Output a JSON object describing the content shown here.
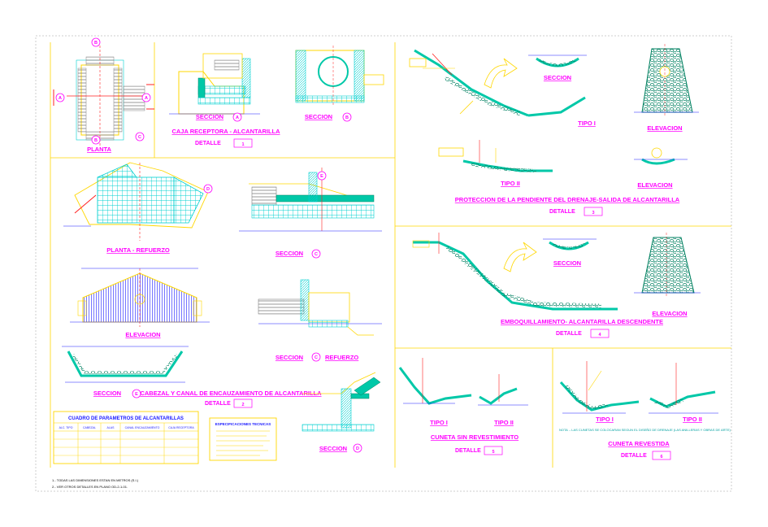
{
  "colors": {
    "background": "#ffffff",
    "border": "#c0c0c0",
    "title": "#ff00ff",
    "frame": "#ffd700",
    "section_fill": "#00c8a8",
    "hatch": "#00d0d0",
    "dim": "#1a1aff",
    "rock": "#008060",
    "red": "#ff2020"
  },
  "titles": {
    "planta": "PLANTA",
    "seccion_a": "SECCION",
    "seccion_b": "SECCION",
    "caja_receptora": "CAJA RECEPTORA - ALCANTARILLA",
    "detalle_1": "DETALLE",
    "planta_refuerzo": "PLANTA - REFUERZO",
    "seccion_c": "SECCION",
    "elevacion_2": "ELEVACION",
    "seccion_c_refuerzo": "SECCION",
    "refuerzo": "REFUERZO",
    "seccion_e": "SECCION",
    "cabezal": "CABEZAL Y CANAL DE ENCAUZAMIENTO DE ALCANTARILLA",
    "detalle_2": "DETALLE",
    "seccion_d": "SECCION",
    "seccion_3": "SECCION",
    "tipo_1": "TIPO I",
    "elevacion_3": "ELEVACION",
    "tipo_2": "TIPO II",
    "elevacion_3b": "ELEVACION",
    "proteccion": "PROTECCION DE LA PENDIENTE DEL DRENAJE-SALIDA DE ALCANTARILLA",
    "detalle_3": "DETALLE",
    "seccion_4": "SECCION",
    "elevacion_4": "ELEVACION",
    "empedrado": "EMBOQUILLAMIENTO- ALCANTARILLA DESCENDENTE",
    "detalle_4": "DETALLE",
    "cuneta_tipo_1": "TIPO I",
    "cuneta_tipo_2": "TIPO II",
    "cuneta_sin": "CUNETA SIN REVESTIMIENTO",
    "detalle_5": "DETALLE",
    "cuneta_rev_tipo_1": "TIPO I",
    "cuneta_rev_tipo_2": "TIPO II",
    "cuneta_revestida": "CUNETA REVESTIDA",
    "detalle_6": "DETALLE"
  },
  "markers": {
    "a": "A",
    "b": "B",
    "c": "C",
    "d": "D",
    "e": "E",
    "n1": "1",
    "n2": "2",
    "n3": "3",
    "n4": "4",
    "n5": "5",
    "n6": "6"
  },
  "table": {
    "title": "CUADRO DE PARAMETROS DE ALCANTARILLAS",
    "headers": [
      "ALC. TIPO",
      "CABEZAL",
      "ALAS",
      "CANAL ENCAUZAMIENTO",
      "CAJA RECEPTORA"
    ],
    "specs_title": "ESPECIFICACIONES TECNICAS"
  },
  "notes": {
    "note_1": "1.- TODAS LAS DIMENSIONES ESTAN EN METROS (S.I.)",
    "note_2": "2.- VER OTROS DETALLES EN PLANO OD-2-1-01.",
    "nota_cuneta": "NOTA .- LAS CUNETAS SE COLOCARAN SEGUN EL DISEÑO DE DRENAJE (LAS ANILLERAS Y OBRAS DE ARTE)"
  }
}
